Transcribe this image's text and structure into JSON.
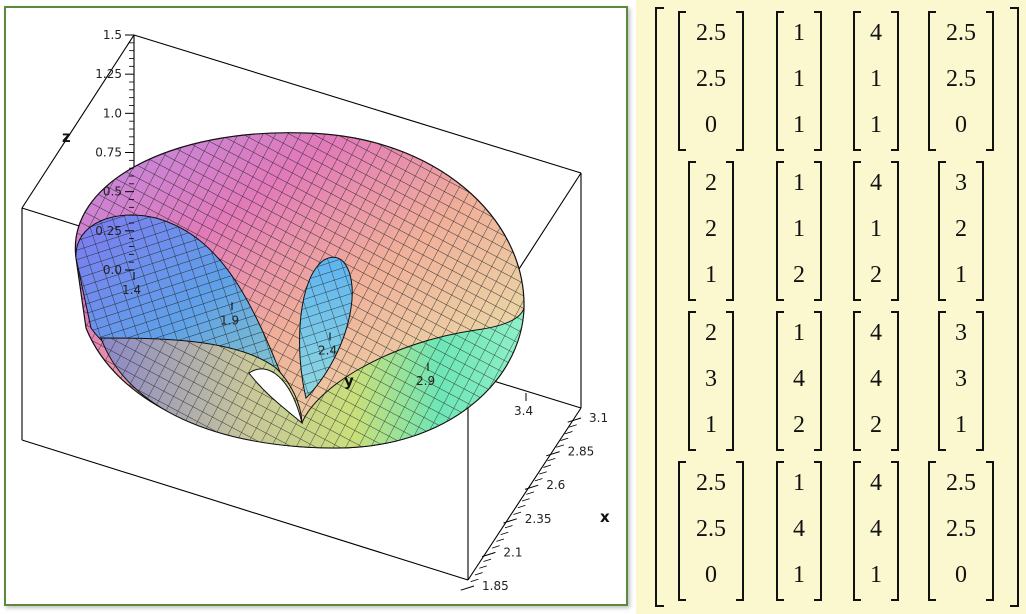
{
  "plot": {
    "axis_labels": {
      "x": "x",
      "y": "y",
      "z": "z"
    },
    "z_ticks": [
      "1.5",
      "1.25",
      "1.0",
      "0.75",
      "0.5",
      "0.25",
      "0.0"
    ],
    "x_ticks": [
      "3.1",
      "2.85",
      "2.6",
      "2.35",
      "2.1",
      "1.85"
    ],
    "y_ticks": [
      "1.4",
      "1.9",
      "2.4",
      "2.9",
      "3.4"
    ],
    "colors": {
      "frame": "#5a8a3a",
      "box": "#000000"
    }
  },
  "matrix": {
    "background": "#fbf8cf",
    "blocks": [
      [
        [
          "2.5",
          "2.5",
          "0"
        ],
        [
          "1",
          "1",
          "1"
        ],
        [
          "4",
          "1",
          "1"
        ],
        [
          "2.5",
          "2.5",
          "0"
        ]
      ],
      [
        [
          "2",
          "2",
          "1"
        ],
        [
          "1",
          "1",
          "2"
        ],
        [
          "4",
          "1",
          "2"
        ],
        [
          "3",
          "2",
          "1"
        ]
      ],
      [
        [
          "2",
          "3",
          "1"
        ],
        [
          "1",
          "4",
          "2"
        ],
        [
          "4",
          "4",
          "2"
        ],
        [
          "3",
          "3",
          "1"
        ]
      ],
      [
        [
          "2.5",
          "2.5",
          "0"
        ],
        [
          "1",
          "4",
          "1"
        ],
        [
          "4",
          "4",
          "1"
        ],
        [
          "2.5",
          "2.5",
          "0"
        ]
      ]
    ]
  }
}
